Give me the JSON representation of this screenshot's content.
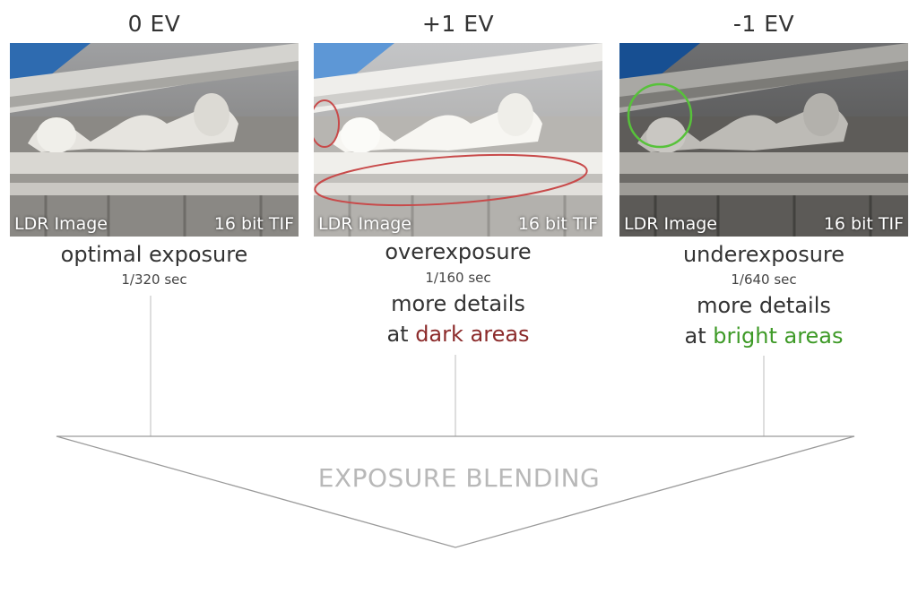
{
  "panels": [
    {
      "ev": "0 EV",
      "caption_left": "LDR Image",
      "caption_right": "16 bit TIF",
      "exposure": "optimal exposure",
      "shutter": "1/320 sec",
      "details_line1": "",
      "details_line2_prefix": "",
      "details_line2_highlight": ""
    },
    {
      "ev": "+1 EV",
      "caption_left": "LDR Image",
      "caption_right": "16 bit TIF",
      "exposure": "overexposure",
      "shutter": "1/160 sec",
      "details_line1": "more details",
      "details_line2_prefix": "at ",
      "details_line2_highlight": "dark areas",
      "highlight_color": "#8c2b2b"
    },
    {
      "ev": "-1 EV",
      "caption_left": "LDR Image",
      "caption_right": "16 bit TIF",
      "exposure": "underexposure",
      "shutter": "1/640 sec",
      "details_line1": "more details",
      "details_line2_prefix": "at ",
      "details_line2_highlight": "bright areas",
      "highlight_color": "#3e9a27"
    }
  ],
  "blend": {
    "label": "EXPOSURE BLENDING"
  }
}
